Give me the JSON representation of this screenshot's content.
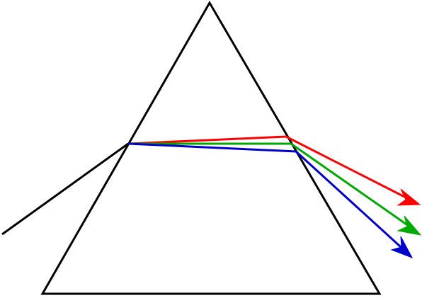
{
  "diagram": {
    "subject": "prism-dispersion",
    "colors": {
      "prism": "#000000",
      "incident_ray": "#000000",
      "red": "#ff0000",
      "green": "#00aa00",
      "blue": "#0000cc"
    },
    "rays": [
      {
        "id": "red"
      },
      {
        "id": "green"
      },
      {
        "id": "blue"
      }
    ]
  }
}
